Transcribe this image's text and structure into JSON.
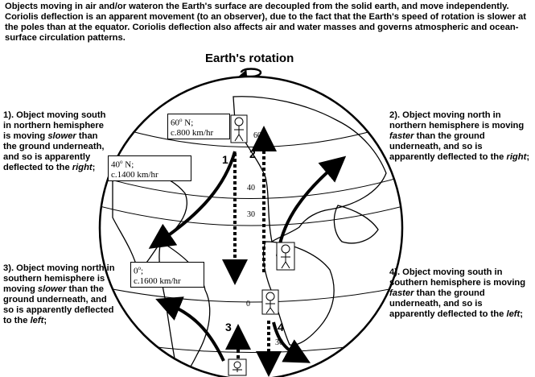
{
  "intro": "Objects moving in air and/or wateron the Earth's surface are decoupled from the solid earth, and move independently. Coriolis deflection is an apparent movement (to an observer), due to the fact that the Earth's speed of rotation is slower at the poles than at the equator. Coriolis deflection also affects air and water masses and governs atmospheric and ocean-surface circulation patterns.",
  "title": "Earth's rotation",
  "cases": [
    {
      "pre": "1). Object moving south in northern hemisphere  is moving ",
      "speed": "slower",
      "mid": " than the ground underneath, and so is apparently deflected to the ",
      "dir": "right",
      "end": ";"
    },
    {
      "pre": "2). Object moving north in northern hemisphere  is moving ",
      "speed": "faster",
      "mid": " than the ground underneath, and so is apparently deflected to the ",
      "dir": "right",
      "end": ";"
    },
    {
      "pre": "3). Object moving north in southern hemisphere  is moving ",
      "speed": "slower",
      "mid": " than the ground underneath, and so is apparently deflected to the ",
      "dir": "left",
      "end": ";"
    },
    {
      "pre": "4). Object moving south in southern hemisphere  is moving ",
      "speed": "faster",
      "mid": " than the ground underneath, and so is apparently deflected to the ",
      "dir": "left",
      "end": ";"
    }
  ],
  "boxes": [
    {
      "deg": "60",
      "hem": " N;",
      "speed": "c.800 km/hr"
    },
    {
      "deg": "40",
      "hem": " N;",
      "speed": "c.1400 km/hr"
    },
    {
      "deg": "0",
      "hem": ";",
      "speed": "c.1600 km/hr"
    }
  ],
  "numbers": [
    "1",
    "2",
    "3",
    "4"
  ],
  "latitudes": [
    "60",
    "40",
    "30",
    "0",
    "30"
  ]
}
